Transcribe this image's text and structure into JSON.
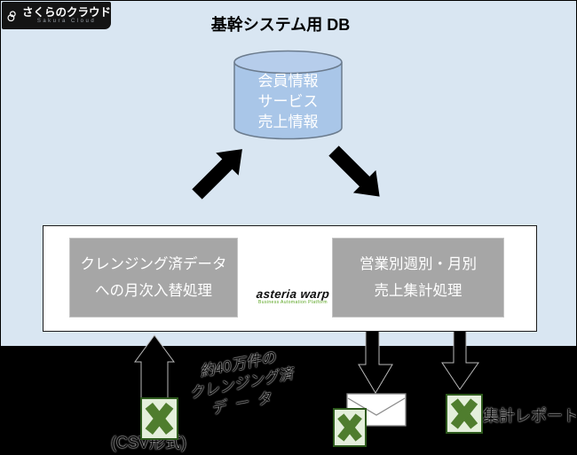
{
  "logo": {
    "title": "さくらのクラウド",
    "subtitle": "Sakura Cloud"
  },
  "header": {
    "title": "基幹システム用 DB"
  },
  "database": {
    "line1": "会員情報",
    "line2": "サービス",
    "line3": "売上情報"
  },
  "process": {
    "left": {
      "line1": "クレンジング済データ",
      "line2": "への月次入替処理"
    },
    "right": {
      "line1": "営業別週別・月別",
      "line2": "売上集計処理"
    },
    "asteria": {
      "name": "asteria warp",
      "tagline": "Business Automation Platform"
    }
  },
  "bottom": {
    "input": {
      "line1": "約40万件の",
      "line2": "クレンジング済",
      "line3": "データ"
    },
    "csv": "(CSV形式)",
    "report": "集計レポート"
  },
  "colors": {
    "background_top": "#d9e6f2",
    "background_bottom": "#000000",
    "cylinder": "#a9c6e8",
    "gray_box": "#a6a6a6",
    "excel_green": "#4f7d2e",
    "excel_pale": "#e4efdb"
  }
}
